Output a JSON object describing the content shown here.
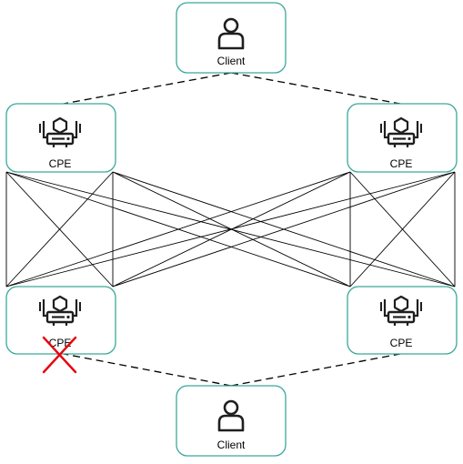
{
  "colors": {
    "node_border": "#3aa99a",
    "line": "#000000",
    "icon": "#1f1f1f",
    "fail_mark": "#e8000b"
  },
  "nodes": {
    "client_top": {
      "label": "Client",
      "icon": "user-icon"
    },
    "cpe_top_left": {
      "label": "CPE",
      "icon": "cpe-router-icon"
    },
    "cpe_top_right": {
      "label": "CPE",
      "icon": "cpe-router-icon"
    },
    "cpe_bottom_left": {
      "label": "CPE",
      "icon": "cpe-router-icon",
      "failed": true,
      "fail_icon": "red-x-failure-icon"
    },
    "cpe_bottom_right": {
      "label": "CPE",
      "icon": "cpe-router-icon"
    },
    "client_bottom": {
      "label": "Client",
      "icon": "user-icon"
    }
  },
  "links": {
    "dashed": [
      [
        "client_top",
        "cpe_top_left"
      ],
      [
        "client_top",
        "cpe_top_right"
      ],
      [
        "client_bottom",
        "cpe_bottom_left"
      ],
      [
        "client_bottom",
        "cpe_bottom_right"
      ]
    ],
    "mesh_style": "solid"
  }
}
